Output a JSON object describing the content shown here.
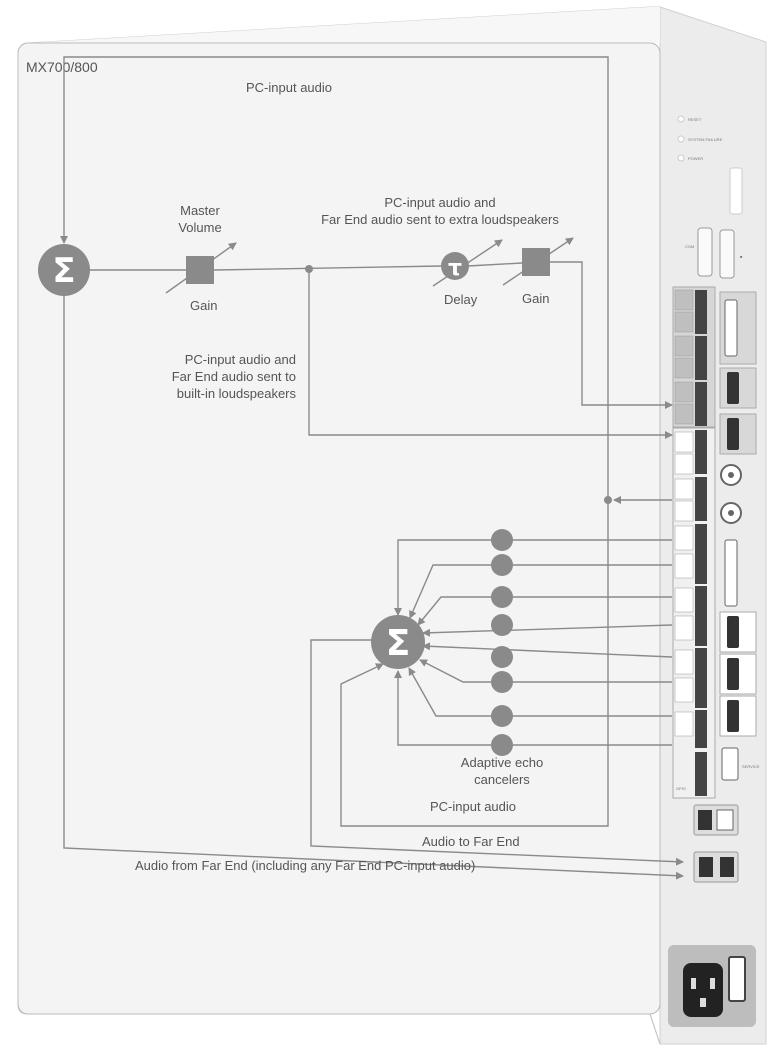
{
  "device": {
    "model": "MX700/800",
    "indicators": [
      "RESET",
      "SYSTEM FAILURE",
      "POWER"
    ],
    "com_label": "COM",
    "usb_label": "SERVICE",
    "gpio_label": "GPIO"
  },
  "labels": {
    "pc_input_top": "PC-input audio",
    "master_volume": "Master Volume",
    "gain_1": "Gain",
    "extra_loudspeakers": "PC-input audio and Far End audio sent to extra loudspeakers",
    "delay": "Delay",
    "gain_2": "Gain",
    "builtin_loudspeakers": "PC-input audio and Far End audio sent to built-in loudspeakers",
    "echo_cancelers": "Adaptive echo cancelers",
    "pc_input_bottom": "PC-input audio",
    "audio_to_far_end": "Audio to Far End",
    "audio_from_far_end": "Audio from Far End (including any Far End PC-input audio)"
  },
  "symbols": {
    "sum": "Σ",
    "delay": "τ"
  }
}
